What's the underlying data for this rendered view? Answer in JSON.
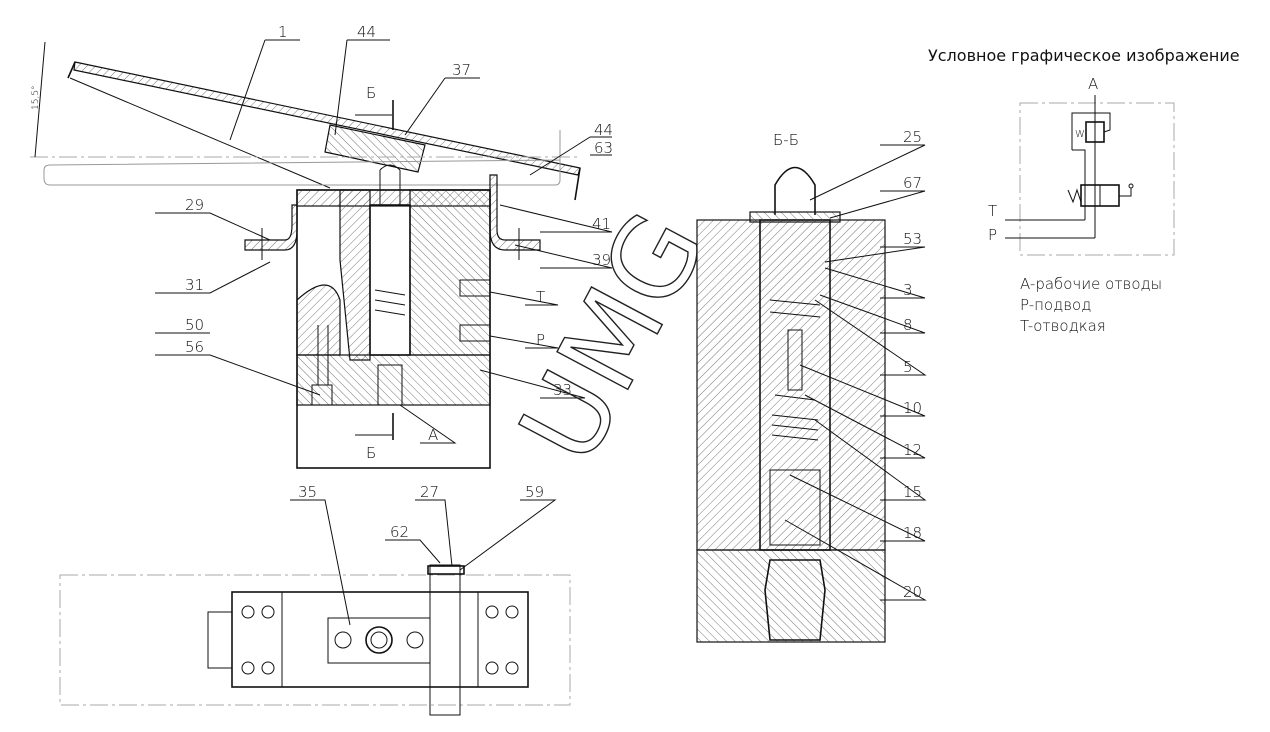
{
  "schematic": {
    "title": "Условное графическое изображение",
    "port_a": "A",
    "port_t": "T",
    "port_p": "P",
    "legend": [
      "A-рабочие отводы",
      "P-подвод",
      "T-отводкая"
    ]
  },
  "front_view": {
    "angle": "15,5°",
    "section_mark": "Б",
    "callouts": {
      "c1": "1",
      "c44a": "44",
      "c37": "37",
      "c44b": "44",
      "c63": "63",
      "c29": "29",
      "c41": "41",
      "c39": "39",
      "c31": "31",
      "T": "T",
      "c50": "50",
      "c56": "56",
      "P": "P",
      "c33": "33",
      "A": "A"
    }
  },
  "section_view": {
    "title": "Б-Б",
    "callouts": [
      "25",
      "67",
      "53",
      "3",
      "8",
      "5",
      "10",
      "12",
      "15",
      "18",
      "20"
    ]
  },
  "plan_view": {
    "callouts": {
      "c35": "35",
      "c27": "27",
      "c59": "59",
      "c62": "62"
    }
  },
  "watermark": "UMG"
}
